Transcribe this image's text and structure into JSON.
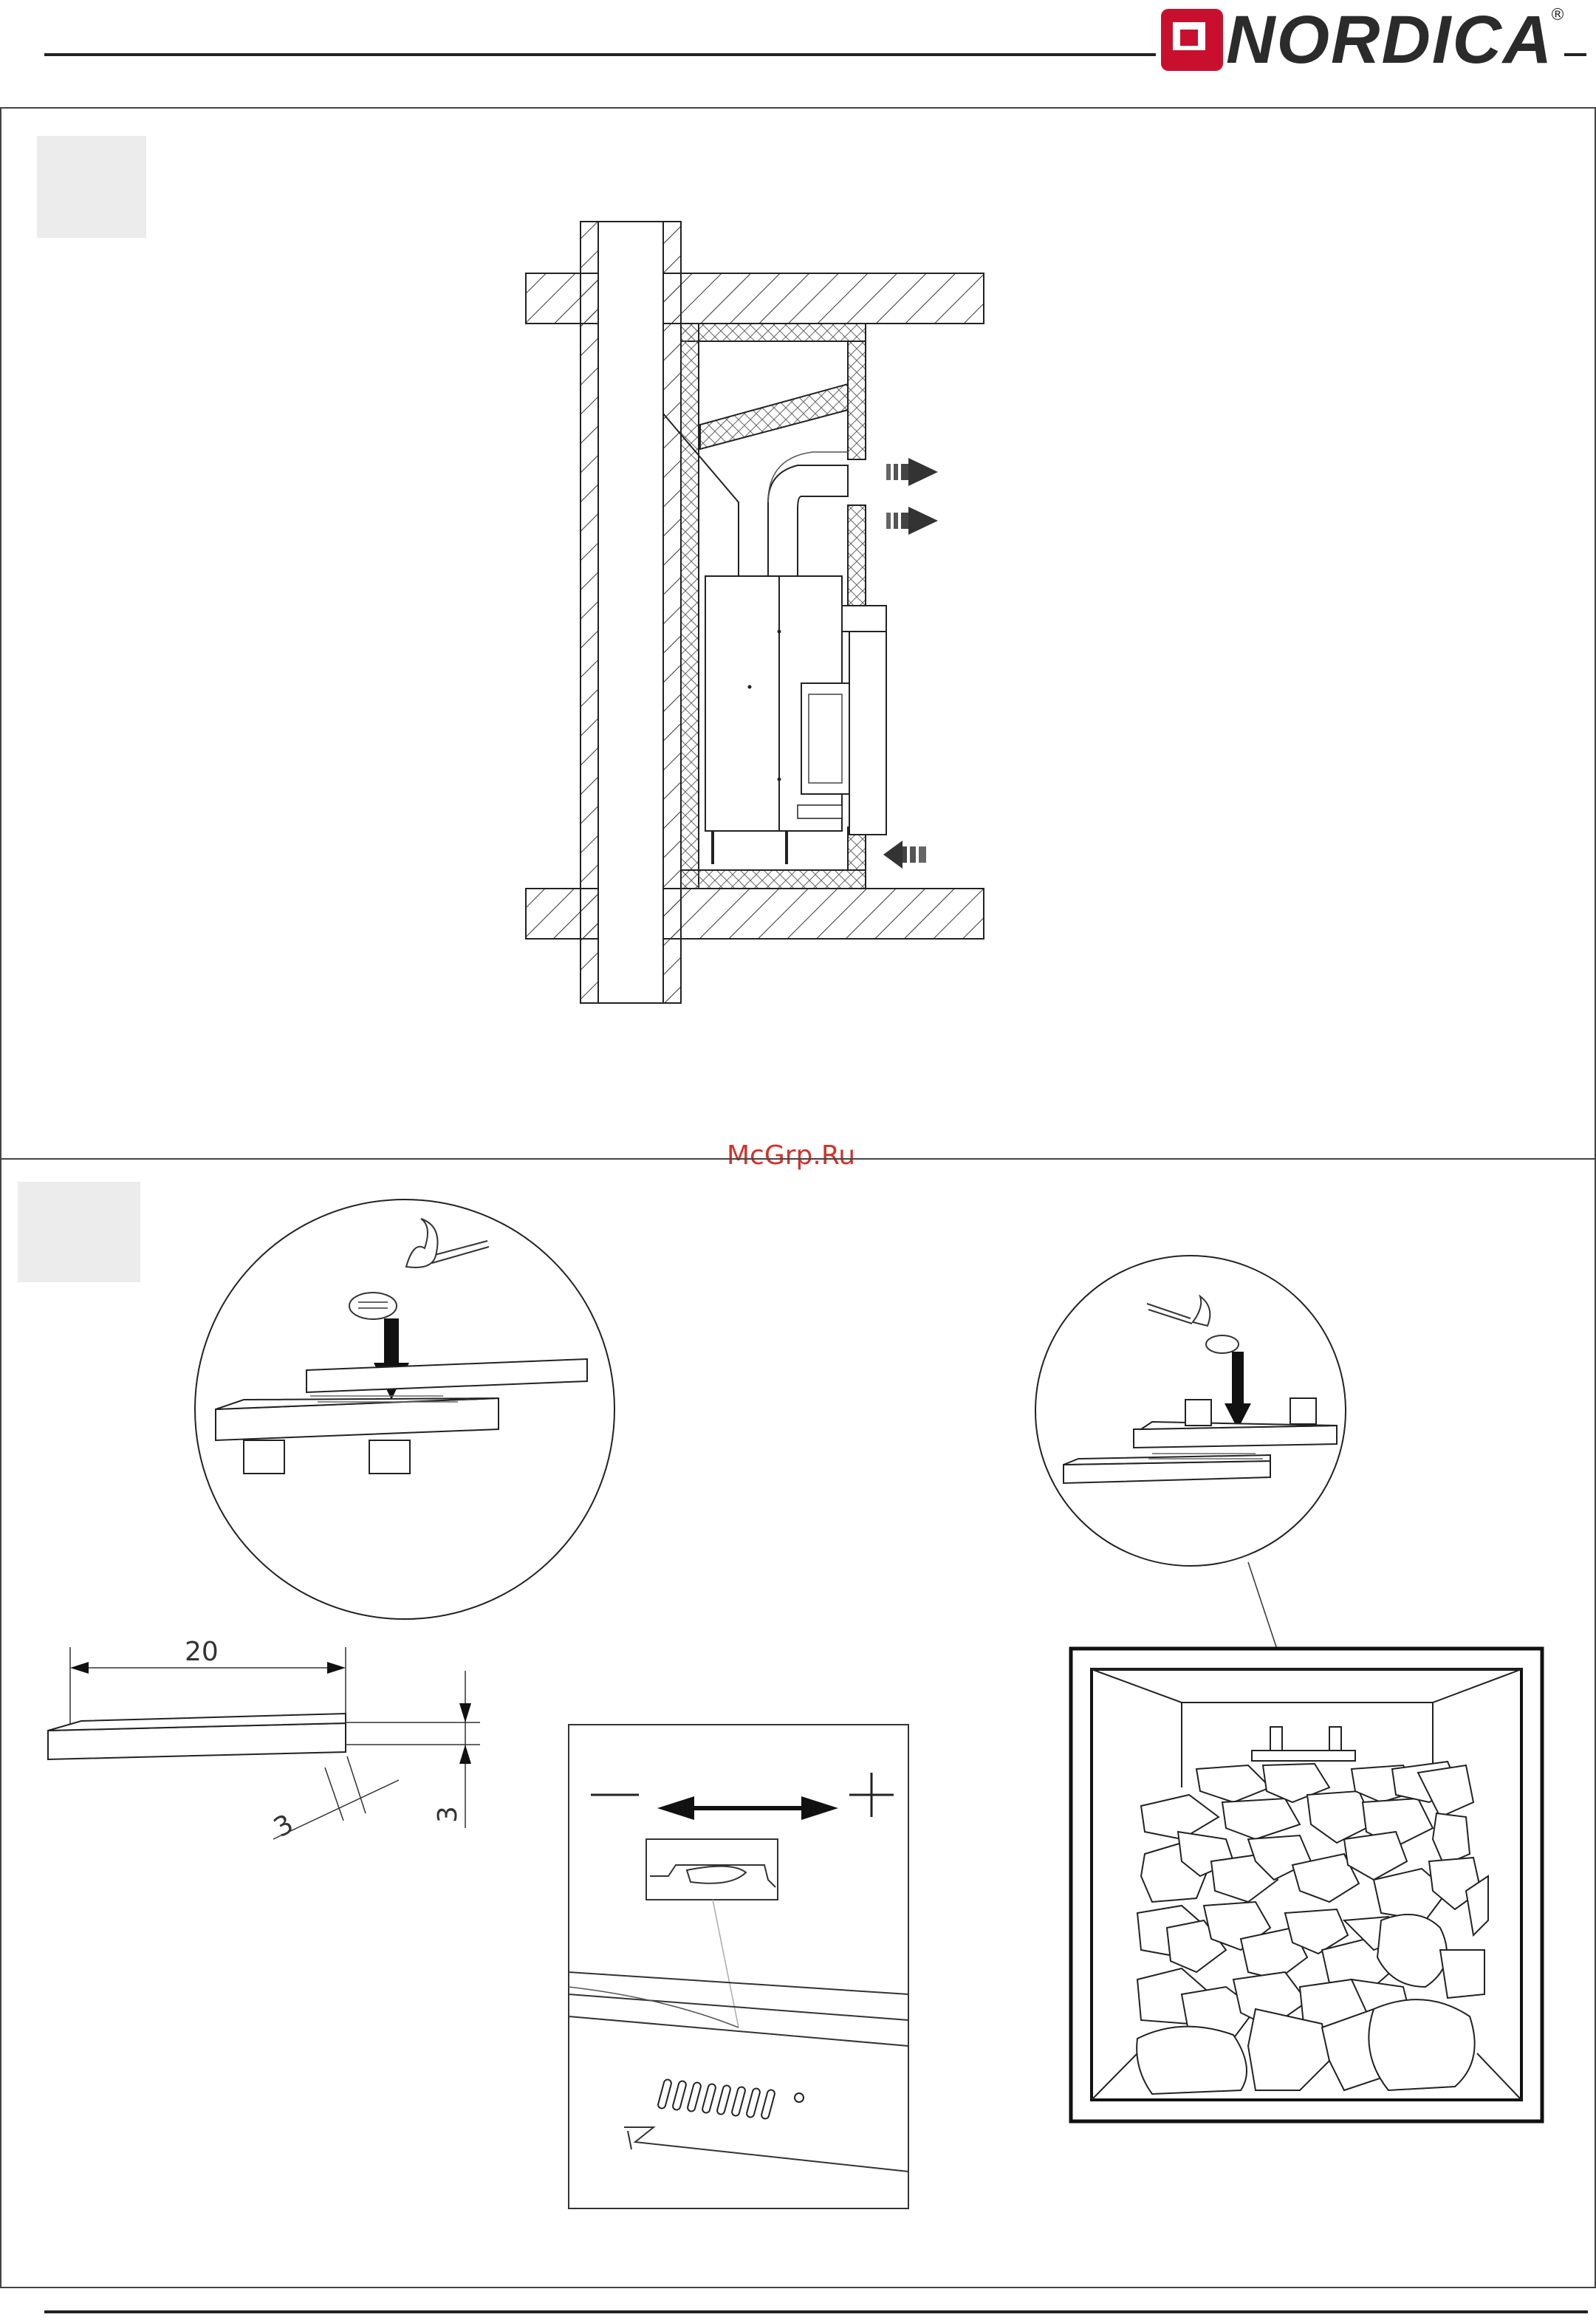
{
  "header": {
    "brand": "NORDICA",
    "registered": "®"
  },
  "watermark": "McGrp.Ru",
  "panel_bottom": {
    "dimensions": {
      "length": "20",
      "width": "3",
      "height": "3"
    },
    "adjust": {
      "minus": "−",
      "plus": "+"
    }
  },
  "colors": {
    "watermark": "#d0342c",
    "logo_red": "#c8102e",
    "line": "#333333"
  }
}
